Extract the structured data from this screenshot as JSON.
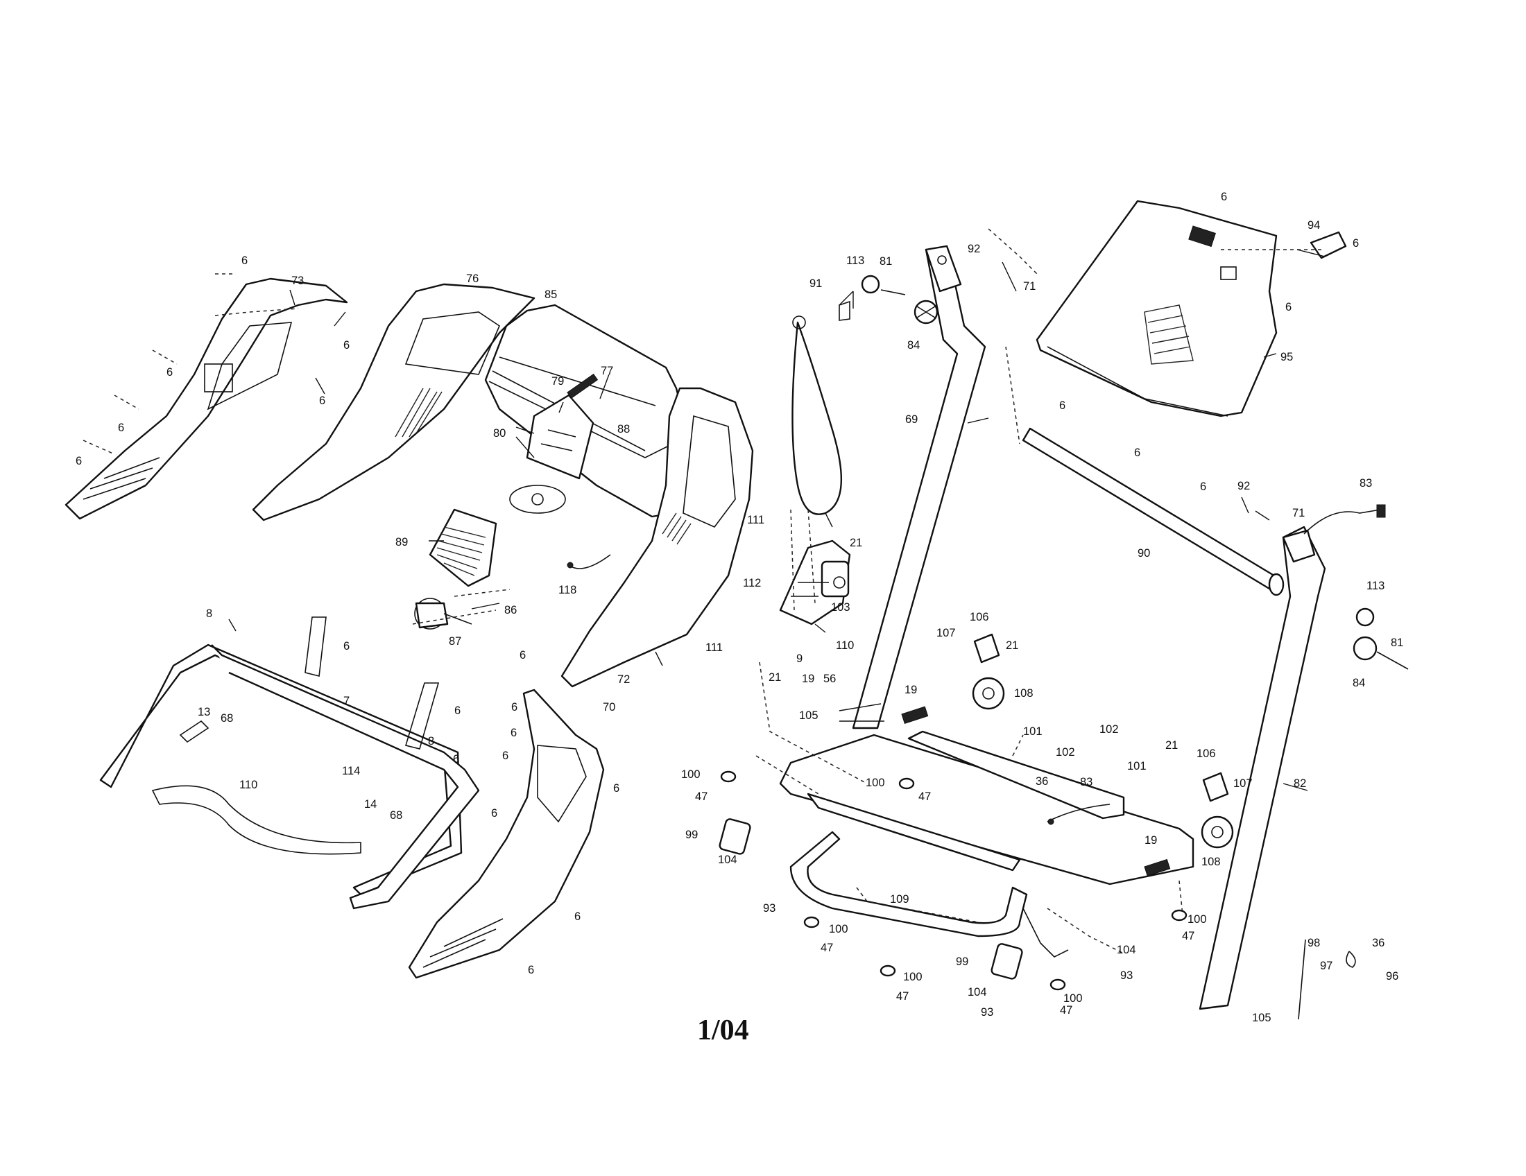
{
  "footer": {
    "date_code": "1/04"
  },
  "callouts": [
    {
      "id": "c-6-a",
      "text": "6"
    },
    {
      "id": "c-73",
      "text": "73"
    },
    {
      "id": "c-76",
      "text": "76"
    },
    {
      "id": "c-85",
      "text": "85"
    },
    {
      "id": "c-6-b",
      "text": "6"
    },
    {
      "id": "c-6-c",
      "text": "6"
    },
    {
      "id": "c-6-d",
      "text": "6"
    },
    {
      "id": "c-6-e",
      "text": "6"
    },
    {
      "id": "c-6-f",
      "text": "6"
    },
    {
      "id": "c-79",
      "text": "79"
    },
    {
      "id": "c-77",
      "text": "77"
    },
    {
      "id": "c-80",
      "text": "80"
    },
    {
      "id": "c-88",
      "text": "88"
    },
    {
      "id": "c-89",
      "text": "89"
    },
    {
      "id": "c-118",
      "text": "118"
    },
    {
      "id": "c-86",
      "text": "86"
    },
    {
      "id": "c-87",
      "text": "87"
    },
    {
      "id": "c-8-a",
      "text": "8"
    },
    {
      "id": "c-6-g",
      "text": "6"
    },
    {
      "id": "c-7",
      "text": "7"
    },
    {
      "id": "c-6-h",
      "text": "6"
    },
    {
      "id": "c-13",
      "text": "13"
    },
    {
      "id": "c-68-a",
      "text": "68"
    },
    {
      "id": "c-110-a",
      "text": "110"
    },
    {
      "id": "c-8-b",
      "text": "8"
    },
    {
      "id": "c-6-i",
      "text": "6"
    },
    {
      "id": "c-114",
      "text": "114"
    },
    {
      "id": "c-14",
      "text": "14"
    },
    {
      "id": "c-68-b",
      "text": "68"
    },
    {
      "id": "c-72",
      "text": "72"
    },
    {
      "id": "c-6-j",
      "text": "6"
    },
    {
      "id": "c-70",
      "text": "70"
    },
    {
      "id": "c-6-k",
      "text": "6"
    },
    {
      "id": "c-6-l",
      "text": "6"
    },
    {
      "id": "c-6-m",
      "text": "6"
    },
    {
      "id": "c-6-n",
      "text": "6"
    },
    {
      "id": "c-6-o",
      "text": "6"
    },
    {
      "id": "c-6-p",
      "text": "6"
    },
    {
      "id": "c-6-q",
      "text": "6"
    },
    {
      "id": "c-113-a",
      "text": "113"
    },
    {
      "id": "c-81-a",
      "text": "81"
    },
    {
      "id": "c-91",
      "text": "91"
    },
    {
      "id": "c-92-a",
      "text": "92"
    },
    {
      "id": "c-71-a",
      "text": "71"
    },
    {
      "id": "c-84-a",
      "text": "84"
    },
    {
      "id": "c-69",
      "text": "69"
    },
    {
      "id": "c-111-a",
      "text": "111"
    },
    {
      "id": "c-21-a",
      "text": "21"
    },
    {
      "id": "c-112",
      "text": "112"
    },
    {
      "id": "c-103",
      "text": "103"
    },
    {
      "id": "c-111-b",
      "text": "111"
    },
    {
      "id": "c-110-b",
      "text": "110"
    },
    {
      "id": "c-21-b",
      "text": "21"
    },
    {
      "id": "c-9",
      "text": "9"
    },
    {
      "id": "c-19-a",
      "text": "19"
    },
    {
      "id": "c-56",
      "text": "56"
    },
    {
      "id": "c-105-a",
      "text": "105"
    },
    {
      "id": "c-19-b",
      "text": "19"
    },
    {
      "id": "c-107-a",
      "text": "107"
    },
    {
      "id": "c-106-a",
      "text": "106"
    },
    {
      "id": "c-21-c",
      "text": "21"
    },
    {
      "id": "c-108-a",
      "text": "108"
    },
    {
      "id": "c-101-a",
      "text": "101"
    },
    {
      "id": "c-102-a",
      "text": "102"
    },
    {
      "id": "c-102-b",
      "text": "102"
    },
    {
      "id": "c-101-b",
      "text": "101"
    },
    {
      "id": "c-100-a",
      "text": "100"
    },
    {
      "id": "c-47-a",
      "text": "47"
    },
    {
      "id": "c-100-b",
      "text": "100"
    },
    {
      "id": "c-47-b",
      "text": "47"
    },
    {
      "id": "c-36-a",
      "text": "36"
    },
    {
      "id": "c-83-a",
      "text": "83"
    },
    {
      "id": "c-99-a",
      "text": "99"
    },
    {
      "id": "c-104-a",
      "text": "104"
    },
    {
      "id": "c-93-a",
      "text": "93"
    },
    {
      "id": "c-109",
      "text": "109"
    },
    {
      "id": "c-100-c",
      "text": "100"
    },
    {
      "id": "c-47-c",
      "text": "47"
    },
    {
      "id": "c-100-d",
      "text": "100"
    },
    {
      "id": "c-47-d",
      "text": "47"
    },
    {
      "id": "c-99-b",
      "text": "99"
    },
    {
      "id": "c-104-b",
      "text": "104"
    },
    {
      "id": "c-93-b",
      "text": "93"
    },
    {
      "id": "c-104-c",
      "text": "104"
    },
    {
      "id": "c-93-c",
      "text": "93"
    },
    {
      "id": "c-100-e",
      "text": "100"
    },
    {
      "id": "c-47-e",
      "text": "47"
    },
    {
      "id": "c-19-c",
      "text": "19"
    },
    {
      "id": "c-100-f",
      "text": "100"
    },
    {
      "id": "c-47-f",
      "text": "47"
    },
    {
      "id": "c-21-d",
      "text": "21"
    },
    {
      "id": "c-106-b",
      "text": "106"
    },
    {
      "id": "c-107-b",
      "text": "107"
    },
    {
      "id": "c-108-b",
      "text": "108"
    },
    {
      "id": "c-82",
      "text": "82"
    },
    {
      "id": "c-90",
      "text": "90"
    },
    {
      "id": "c-92-b",
      "text": "92"
    },
    {
      "id": "c-71-b",
      "text": "71"
    },
    {
      "id": "c-83-b",
      "text": "83"
    },
    {
      "id": "c-113-b",
      "text": "113"
    },
    {
      "id": "c-81-b",
      "text": "81"
    },
    {
      "id": "c-84-b",
      "text": "84"
    },
    {
      "id": "c-6-r",
      "text": "6"
    },
    {
      "id": "c-94",
      "text": "94"
    },
    {
      "id": "c-6-s",
      "text": "6"
    },
    {
      "id": "c-6-t",
      "text": "6"
    },
    {
      "id": "c-95",
      "text": "95"
    },
    {
      "id": "c-6-u",
      "text": "6"
    },
    {
      "id": "c-6-v",
      "text": "6"
    },
    {
      "id": "c-6-w",
      "text": "6"
    },
    {
      "id": "c-98",
      "text": "98"
    },
    {
      "id": "c-36-b",
      "text": "36"
    },
    {
      "id": "c-97",
      "text": "97"
    },
    {
      "id": "c-96",
      "text": "96"
    },
    {
      "id": "c-105-b",
      "text": "105"
    }
  ]
}
